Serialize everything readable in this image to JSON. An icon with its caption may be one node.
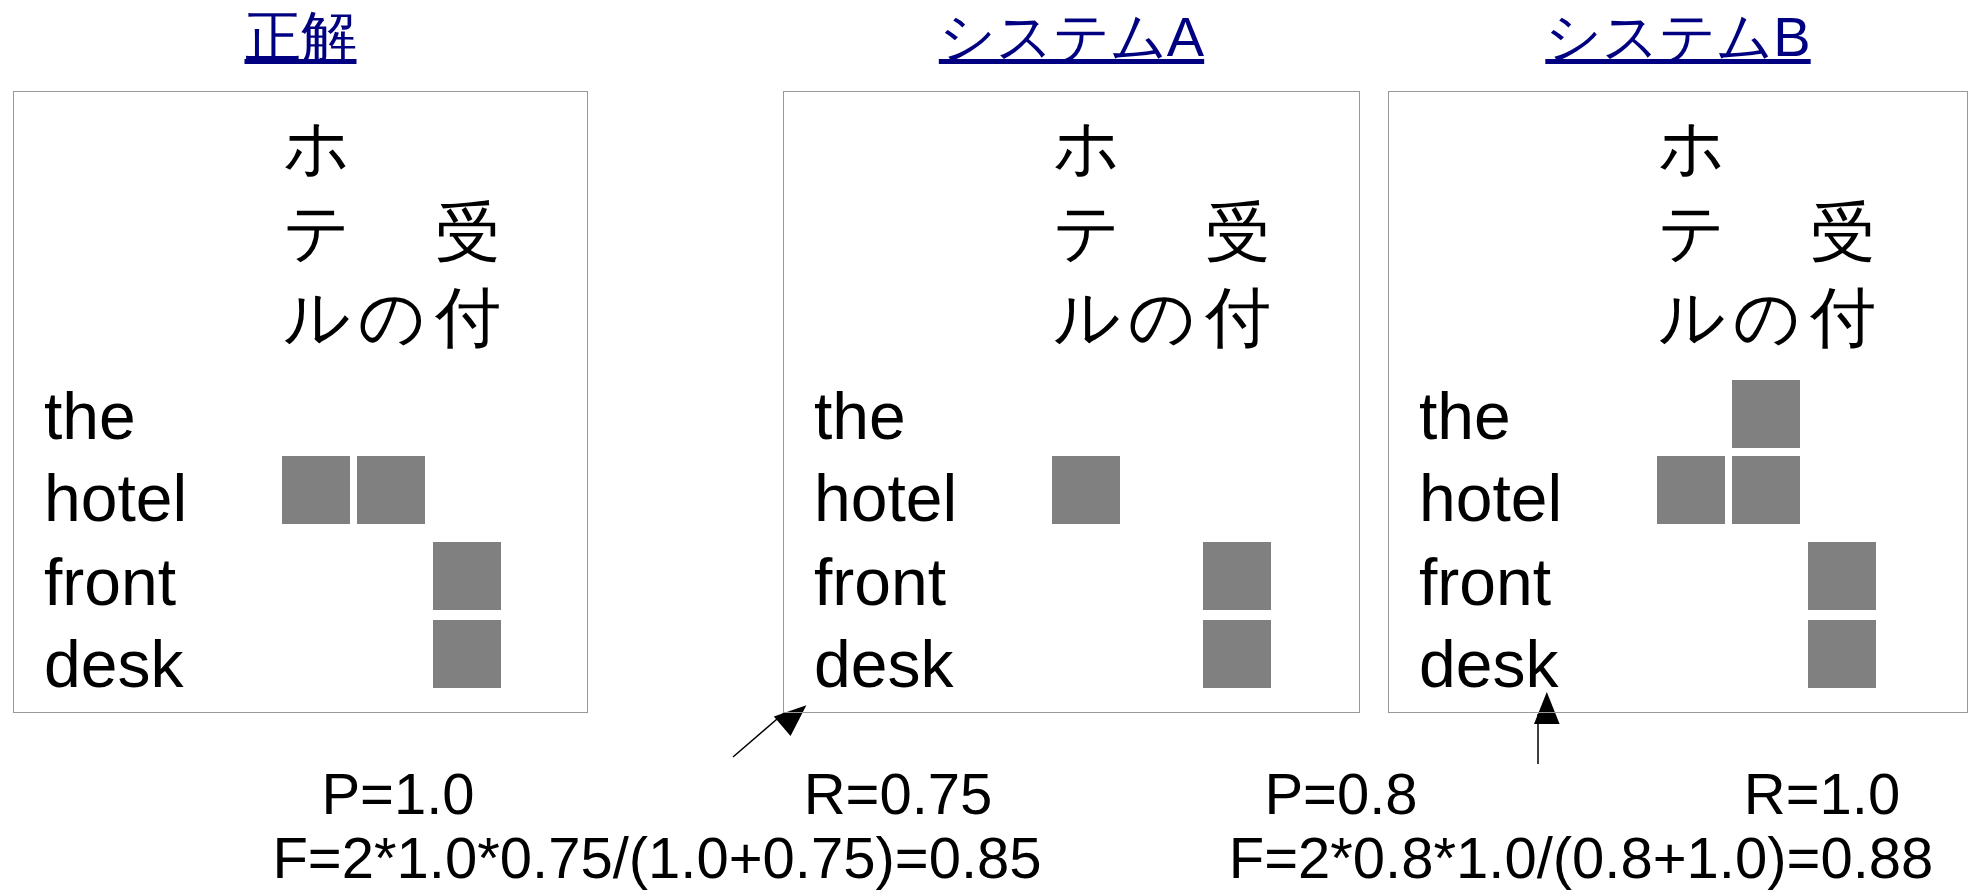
{
  "diagram": {
    "nodes": [
      {
        "text": [
          "正解",
          "ホテル",
          "の",
          "受付",
          "the",
          "hotel",
          "front",
          "desk"
        ]
      },
      {
        "text": [
          "システムA",
          "ホテル",
          "の",
          "受付",
          "the",
          "hotel",
          "front",
          "desk"
        ]
      },
      {
        "text": [
          "システムB",
          "ホテル",
          "の",
          "受付",
          "the",
          "hotel",
          "front",
          "desk"
        ]
      }
    ],
    "edges": [
      {
        "from": null,
        "to": 1,
        "arrow": "to"
      },
      {
        "from": null,
        "to": 2,
        "arrow": "to"
      }
    ],
    "labels": [
      "P=1.0",
      "R=0.75",
      "F=2*1.0*0.75/(1.0+0.75)=0.85",
      "P=0.8",
      "R=1.0",
      "F=2*0.8*1.0/(0.8+1.0)=0.88"
    ]
  }
}
